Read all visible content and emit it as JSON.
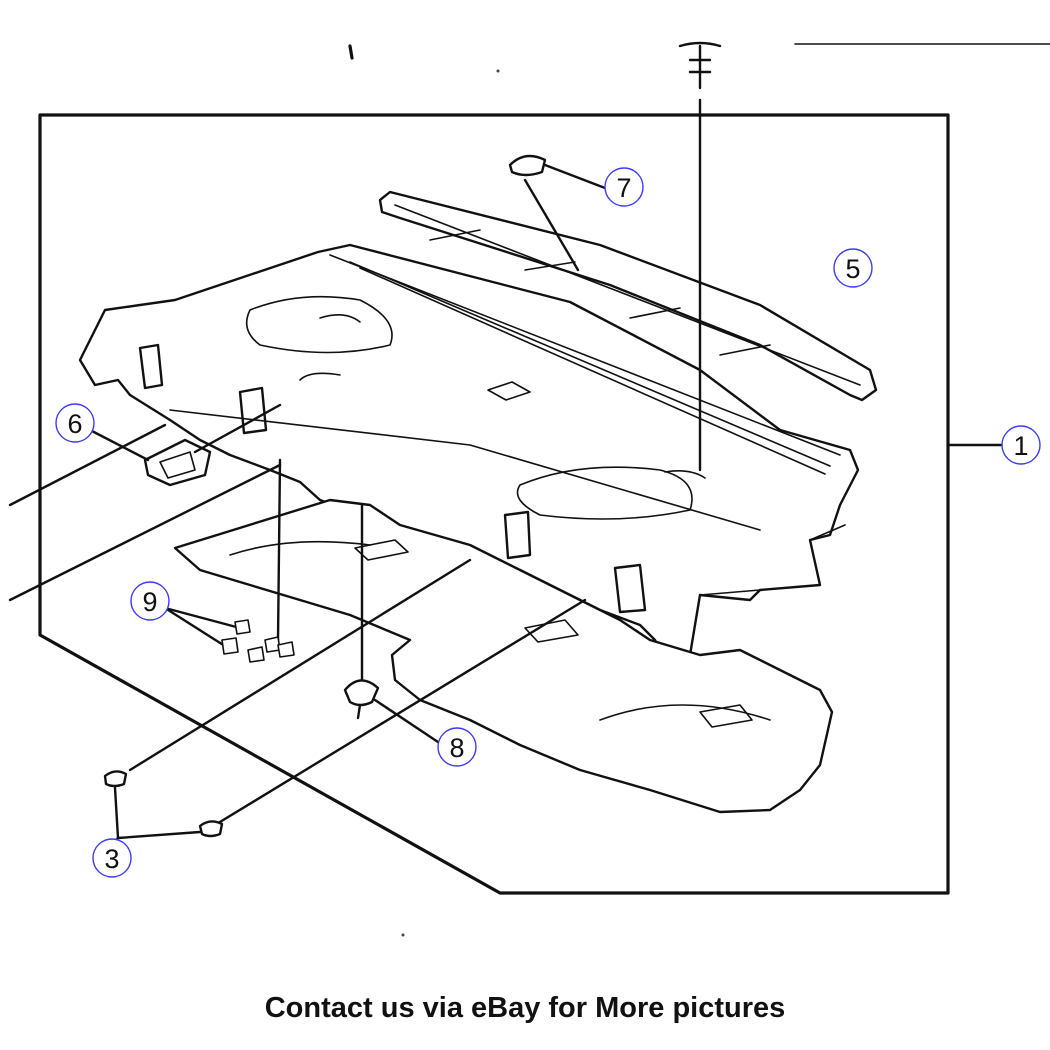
{
  "callouts": {
    "c1": "1",
    "c3": "3",
    "c5": "5",
    "c6": "6",
    "c7": "7",
    "c8": "8",
    "c9": "9"
  },
  "caption": "Contact us via eBay for More pictures",
  "colors": {
    "line": "#111111",
    "callout_ring": "#3a3aff",
    "background": "#ffffff"
  }
}
